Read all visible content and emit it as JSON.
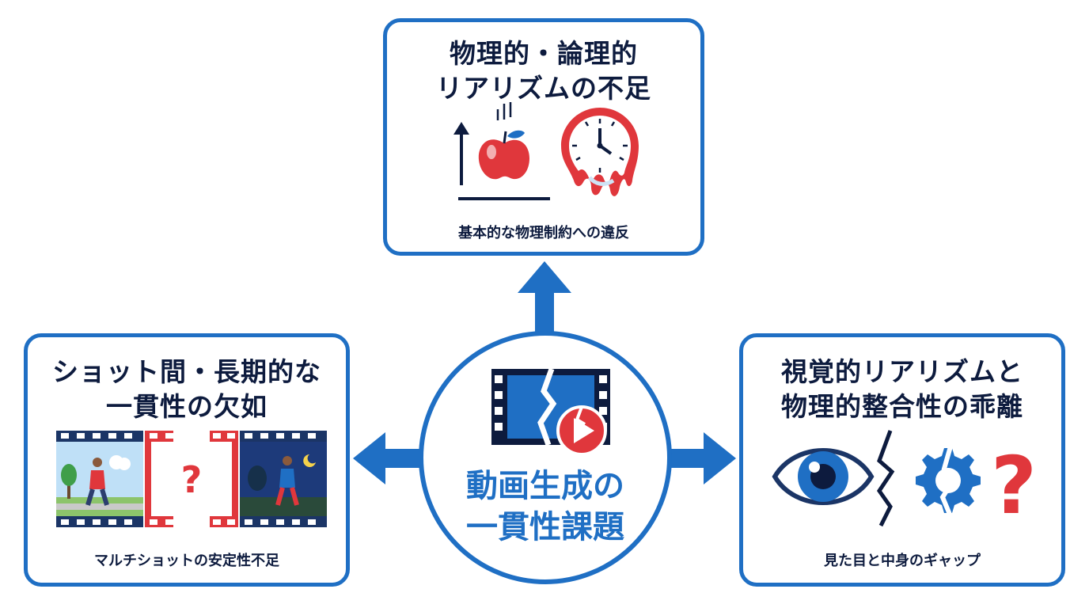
{
  "colors": {
    "primary_blue": "#1f6fc4",
    "dark_navy": "#0d1b3e",
    "accent_red": "#e0373c"
  },
  "center": {
    "title_line1": "動画生成の",
    "title_line2": "一貫性課題",
    "icon": "broken-film-play-icon"
  },
  "top_box": {
    "title_line1": "物理的・論理的",
    "title_line2": "リアリズムの不足",
    "caption": "基本的な物理制約への違反",
    "icons": [
      "falling-apple-arrow-icon",
      "melting-clock-icon"
    ]
  },
  "left_box": {
    "title_line1": "ショット間・長期的な",
    "title_line2": "一貫性の欠如",
    "caption": "マルチショットの安定性不足",
    "icons": [
      "film-strip-day-scene-icon",
      "question-mark-icon",
      "film-strip-night-scene-icon"
    ],
    "gap_symbol": "?"
  },
  "right_box": {
    "title_line1": "視覚的リアリズムと",
    "title_line2": "物理的整合性の乖離",
    "caption": "見た目と中身のギャップ",
    "icons": [
      "eye-icon",
      "crack-icon",
      "broken-gear-icon",
      "question-mark-icon"
    ],
    "gap_symbol": "?"
  }
}
